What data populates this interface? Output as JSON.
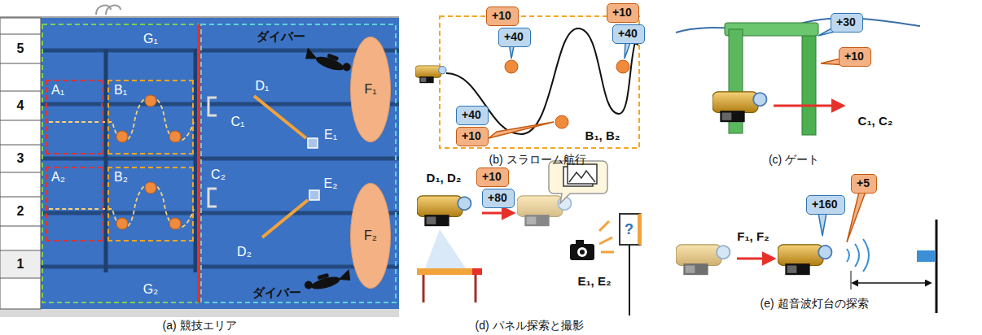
{
  "diagram": {
    "nodes": [
      {
        "text": [
          "A₁"
        ]
      },
      {
        "text": [
          "B₁"
        ]
      },
      {
        "text": [
          "F₁"
        ]
      },
      {
        "text": [
          "A₂"
        ]
      },
      {
        "text": [
          "B₂"
        ]
      },
      {
        "text": [
          "F₂"
        ]
      },
      {
        "text": [
          "+10"
        ]
      },
      {
        "text": [
          "+40"
        ]
      },
      {
        "text": [
          "+10"
        ]
      },
      {
        "text": [
          "+40"
        ]
      },
      {
        "text": [
          "+40"
        ]
      },
      {
        "text": [
          "+10"
        ]
      },
      {
        "text": [
          "+30"
        ]
      },
      {
        "text": [
          "+10"
        ]
      },
      {
        "text": [
          "+10"
        ]
      },
      {
        "text": [
          "+80"
        ]
      },
      {
        "text": [
          "?"
        ]
      },
      {
        "text": [
          "+160"
        ]
      },
      {
        "text": [
          "+5"
        ]
      }
    ],
    "labels": [
      "5",
      "4",
      "3",
      "2",
      "1",
      "G₁",
      "ダイバー",
      "C₁",
      "D₁",
      "E₁",
      "C₂",
      "D₂",
      "E₂",
      "ダイバー",
      "G₂",
      "(a) 競技エリア",
      "B₁, B₂",
      "(b) スラローム航行",
      "C₁, C₂",
      "(c) ゲート",
      "D₁, D₂",
      "E₁, E₂",
      "(d) パネル探索と撮影",
      "F₁, F₂",
      "(e) 超音波灯台の探索"
    ]
  }
}
